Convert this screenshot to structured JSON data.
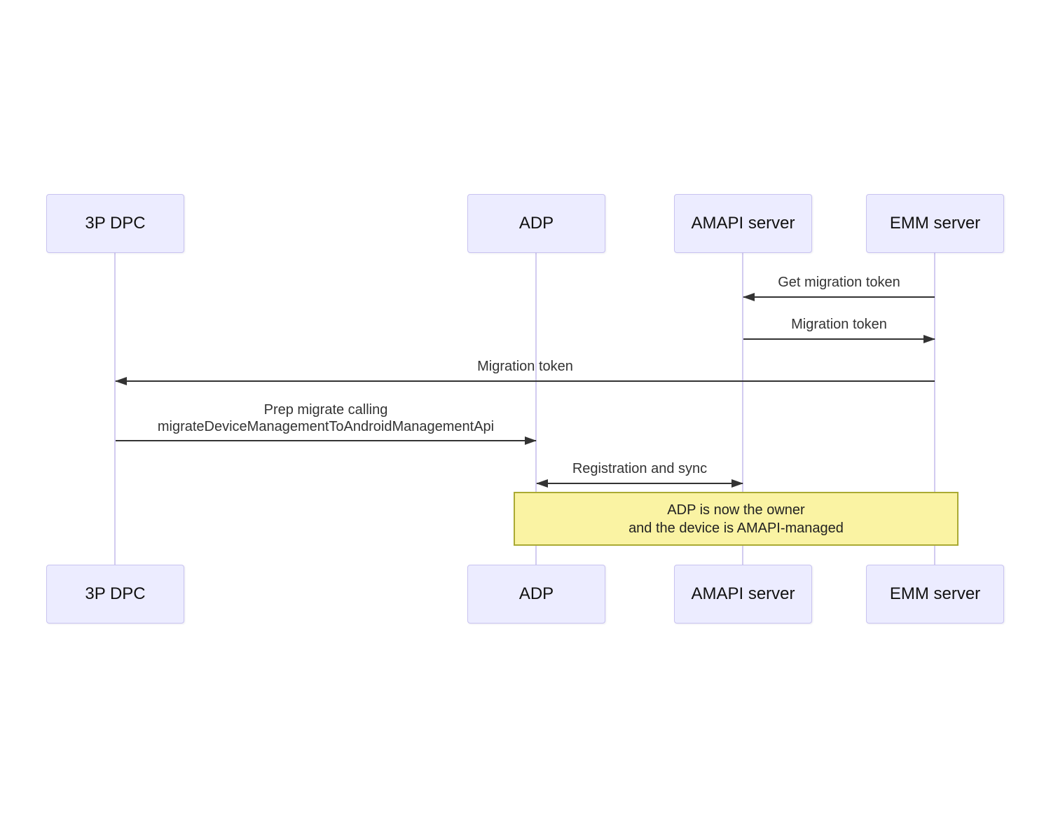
{
  "diagram": {
    "type": "sequence-diagram",
    "colors": {
      "actor_fill": "#ECECFF",
      "actor_border": "#C9C3F0",
      "lifeline": "#D2CBF0",
      "arrow": "#333333",
      "note_fill": "#FAF3A3",
      "note_border": "#AAAA33",
      "text": "#333333"
    },
    "actors": [
      {
        "label": "3P DPC"
      },
      {
        "label": "ADP"
      },
      {
        "label": "AMAPI server"
      },
      {
        "label": "EMM server"
      }
    ],
    "messages": [
      {
        "label": "Get migration token",
        "from": "EMM server",
        "to": "AMAPI server",
        "direction": "left"
      },
      {
        "label": "Migration token",
        "from": "AMAPI server",
        "to": "EMM server",
        "direction": "right"
      },
      {
        "label": "Migration token",
        "from": "EMM server",
        "to": "3P DPC",
        "direction": "left"
      },
      {
        "label_line1": "Prep migrate calling",
        "label_line2": "migrateDeviceManagementToAndroidManagementApi",
        "from": "3P DPC",
        "to": "ADP",
        "direction": "right"
      },
      {
        "label": "Registration and sync",
        "from": "ADP",
        "to": "AMAPI server",
        "direction": "both"
      }
    ],
    "note": {
      "line1": "ADP is now the owner",
      "line2": "and the device is AMAPI-managed",
      "spans": "ADP to EMM server"
    }
  }
}
